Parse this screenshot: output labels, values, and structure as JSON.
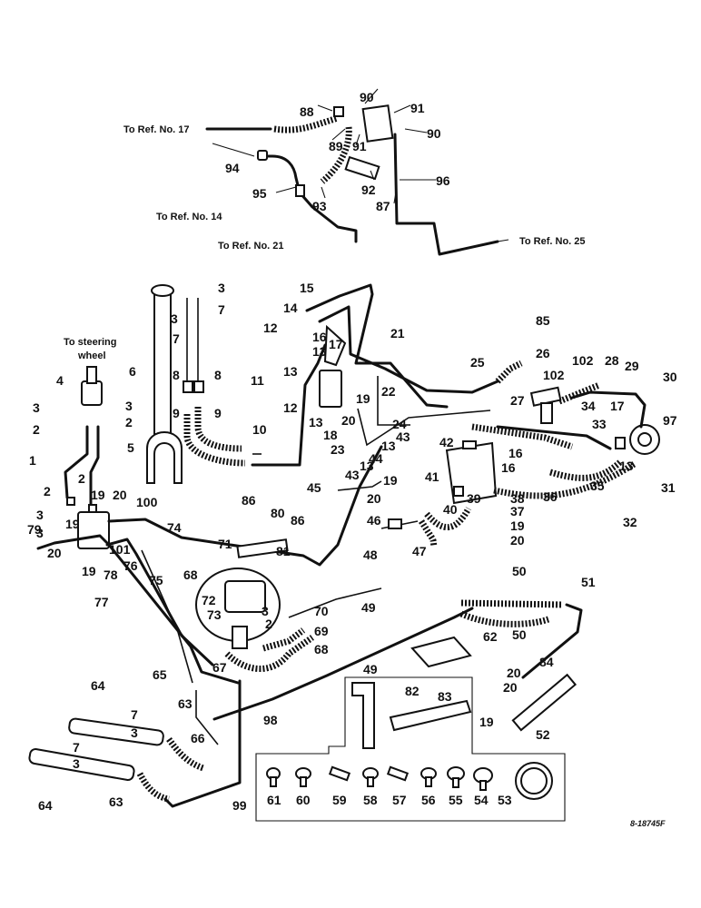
{
  "refs": {
    "r17": "To Ref. No. 17",
    "r14": "To Ref. No. 14",
    "r21": "To Ref. No. 21",
    "r25": "To Ref. No. 25",
    "steer1": "To steering",
    "steer2": "wheel"
  },
  "callouts": {
    "c88": "88",
    "c90a": "90",
    "c91a": "91",
    "c90b": "90",
    "c89": "89",
    "c91b": "91",
    "c94": "94",
    "c92": "92",
    "c96": "96",
    "c87": "87",
    "c95": "95",
    "c93": "93",
    "c3a": "3",
    "c7a": "7",
    "c3b": "3",
    "c7b": "7",
    "c15": "15",
    "c14": "14",
    "c16a": "16",
    "c12a": "12",
    "c13a": "13",
    "c17a": "17",
    "c21": "21",
    "c85": "85",
    "c4": "4",
    "c3c": "3",
    "c3d": "3",
    "c2a": "2",
    "c2b": "2",
    "c1": "1",
    "c5": "5",
    "c6": "6",
    "c8a": "8",
    "c8b": "8",
    "c11": "11",
    "c13b": "13",
    "c12b": "12",
    "c13c": "13",
    "c22": "22",
    "c19a": "19",
    "c20a": "20",
    "c18": "18",
    "c25": "25",
    "c26": "26",
    "c102a": "102",
    "c102b": "102",
    "c28": "28",
    "c29": "29",
    "c30": "30",
    "c27": "27",
    "c34": "34",
    "c17b": "17",
    "c33": "33",
    "c97": "97",
    "c13d": "13",
    "c31": "31",
    "c9a": "9",
    "c9b": "9",
    "c10": "10",
    "c23": "23",
    "c24": "24",
    "c43a": "43",
    "c13e": "13",
    "c42": "42",
    "c16b": "16",
    "c16c": "16",
    "c35": "35",
    "c36": "36",
    "c32": "32",
    "c2c": "2",
    "c2d": "2",
    "c19b": "19",
    "c20b": "20",
    "c100": "100",
    "c3e": "3",
    "c3f": "3",
    "c79": "79",
    "c19c": "19",
    "c20c": "20",
    "c101": "101",
    "c74": "74",
    "c19d": "19",
    "c78": "78",
    "c44": "44",
    "c13f": "13",
    "c43b": "43",
    "c45": "45",
    "c20d": "20",
    "c19e": "19",
    "c41": "41",
    "c39": "39",
    "c38": "38",
    "c37": "37",
    "c19f": "19",
    "c20e": "20",
    "c40": "40",
    "c46": "46",
    "c48": "48",
    "c47": "47",
    "c86a": "86",
    "c80": "80",
    "c86b": "86",
    "c81": "81",
    "c71": "71",
    "c76": "76",
    "c75": "75",
    "c77": "77",
    "c68a": "68",
    "c72": "72",
    "c73": "73",
    "c3g": "3",
    "c2e": "2",
    "c70": "70",
    "c69": "69",
    "c68b": "68",
    "c49a": "49",
    "c49b": "49",
    "c50a": "50",
    "c50b": "50",
    "c51": "51",
    "c62": "62",
    "c65": "65",
    "c67": "67",
    "c84": "84",
    "c20f": "20",
    "c20g": "20",
    "c19g": "19",
    "c52": "52",
    "c64a": "64",
    "c7c": "7",
    "c3h": "3",
    "c63a": "63",
    "c66": "66",
    "c98": "98",
    "c82": "82",
    "c83": "83",
    "c7d": "7",
    "c3i": "3",
    "c64b": "64",
    "c63b": "63",
    "c99": "99",
    "c61": "61",
    "c60": "60",
    "c59": "59",
    "c58": "58",
    "c57": "57",
    "c56": "56",
    "c55": "55",
    "c54": "54",
    "c53": "53"
  },
  "drawing_code": "8-18745F"
}
